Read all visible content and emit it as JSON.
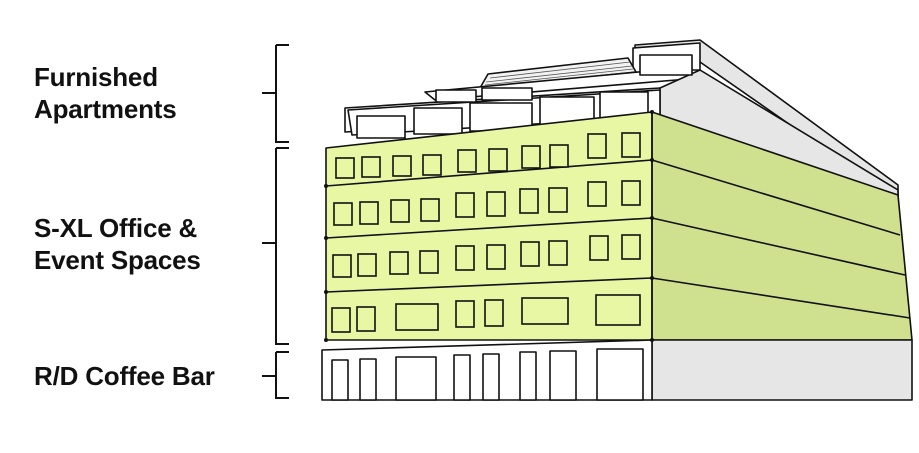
{
  "labels": {
    "apartments": {
      "line1": "Furnished",
      "line2": "Apartments"
    },
    "office": {
      "line1": "S-XL Office &",
      "line2": "Event Spaces"
    },
    "coffee": {
      "line1": "R/D Coffee Bar"
    }
  },
  "colors": {
    "office_highlight_front": "#e8f7a3",
    "office_highlight_side": "#cfe08f",
    "side_wall": "#e6e6e6",
    "line": "#111111",
    "background": "#ffffff"
  }
}
